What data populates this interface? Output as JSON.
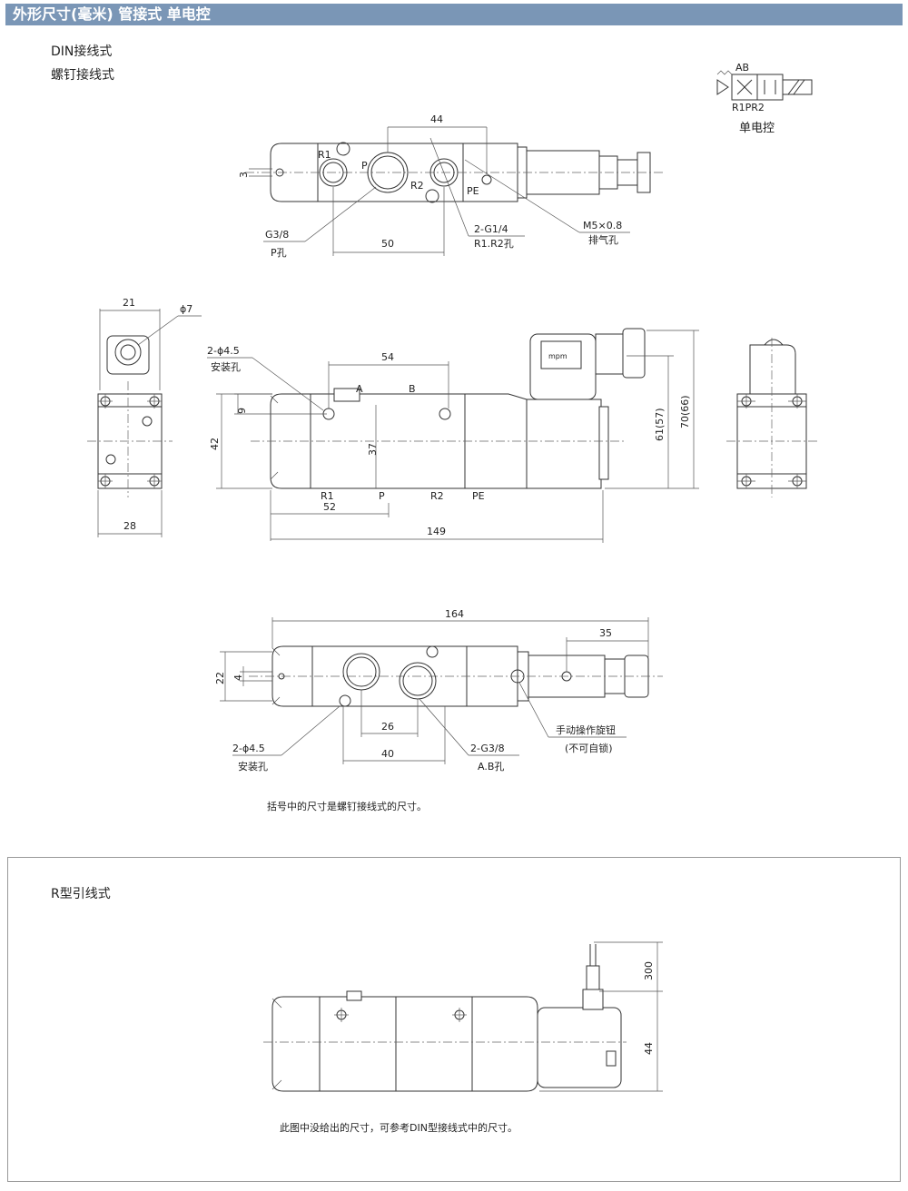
{
  "header": {
    "title": "外形尺寸(毫米)  管接式 单电控"
  },
  "section_din": {
    "line1": "DIN接线式",
    "line2": "螺钉接线式"
  },
  "symbol": {
    "top_label": "AB",
    "bottom_label": "R1PR2",
    "caption": "单电控"
  },
  "top_view": {
    "port_r1": "R1",
    "port_p": "P",
    "port_r2": "R2",
    "port_pe": "PE",
    "dim_44": "44",
    "dim_3": "3",
    "dim_50": "50",
    "callout_g38": "G3/8",
    "callout_p_hole": "P孔",
    "callout_2g14": "2-G1/4",
    "callout_r1r2_hole": "R1.R2孔",
    "callout_m5": "M5×0.8",
    "callout_exhaust": "排气孔"
  },
  "front_view": {
    "dim_21": "21",
    "dim_phi7": "ϕ7",
    "dim_28": "28",
    "callout_2phi45": "2-ϕ4.5",
    "callout_mount_hole": "安装孔",
    "dim_54": "54",
    "port_a": "A",
    "port_b": "B",
    "dim_9": "9",
    "dim_42": "42",
    "dim_37": "37",
    "port_r1": "R1",
    "port_p": "P",
    "port_r2": "R2",
    "port_pe": "PE",
    "dim_52": "52",
    "dim_149": "149",
    "dim_61": "61(57)",
    "dim_70": "70(66)",
    "coil_mark": "mpm"
  },
  "bottom_view": {
    "dim_164": "164",
    "dim_35": "35",
    "dim_22": "22",
    "dim_4": "4",
    "dim_26": "26",
    "dim_40": "40",
    "callout_2phi45": "2-ϕ4.5",
    "callout_mount_hole": "安装孔",
    "callout_2g38": "2-G3/8",
    "callout_ab_hole": "A.B孔",
    "callout_manual": "手动操作旋钮",
    "callout_not_lock": "(不可自锁)"
  },
  "note_bracket": "括号中的尺寸是螺钉接线式的尺寸。",
  "section_r": {
    "title": "R型引线式",
    "dim_300": "300",
    "dim_44": "44",
    "note": "此图中没给出的尺寸，可参考DIN型接线式中的尺寸。"
  }
}
